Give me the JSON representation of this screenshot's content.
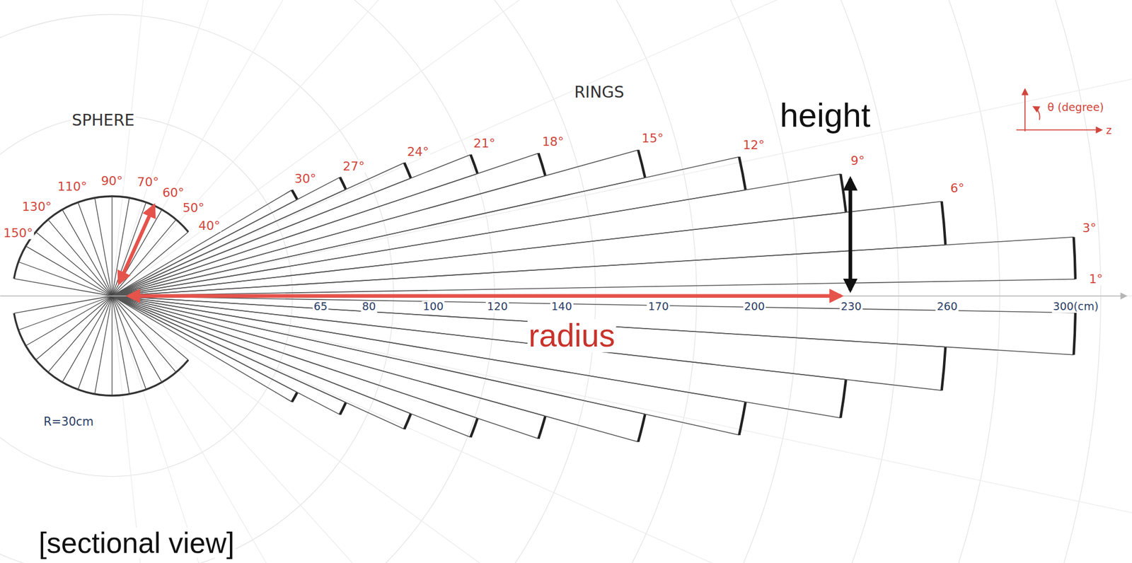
{
  "diagram": {
    "labels": [
      "SPHERE",
      "RINGS",
      "height",
      "θ (degree)",
      "z",
      "150°",
      "130°",
      "110°",
      "90°",
      "70°",
      "60°",
      "50°",
      "40°",
      "30°",
      "27°",
      "24°",
      "21°",
      "18°",
      "15°",
      "12°",
      "9°",
      "6°",
      "3°",
      "1°",
      "65",
      "80",
      "100",
      "120",
      "140",
      "170",
      "200",
      "230",
      "260",
      "300(cm)",
      "radius",
      "R=30cm",
      "[sectional view]"
    ]
  }
}
